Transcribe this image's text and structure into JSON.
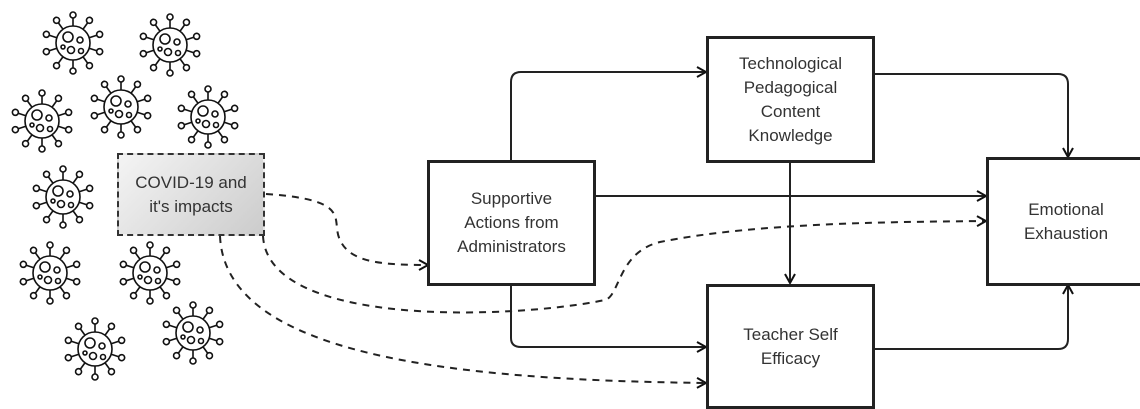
{
  "diagram": {
    "nodes": {
      "covid": "COVID-19 and\nit's impacts",
      "supportive": "Supportive\nActions from\nAdministrators",
      "tpck": "Technological\nPedagogical\nContent\nKnowledge",
      "tse": "Teacher Self\nEfficacy",
      "exhaustion": "Emotional\nExhaustion"
    },
    "edges": [
      {
        "from": "covid",
        "to": "supportive",
        "style": "dashed"
      },
      {
        "from": "covid",
        "to": "exhaustion",
        "style": "dashed"
      },
      {
        "from": "covid",
        "to": "tse",
        "style": "dashed"
      },
      {
        "from": "supportive",
        "to": "tpck",
        "style": "solid"
      },
      {
        "from": "supportive",
        "to": "exhaustion",
        "style": "solid"
      },
      {
        "from": "supportive",
        "to": "tse",
        "style": "solid"
      },
      {
        "from": "tpck",
        "to": "exhaustion",
        "style": "solid"
      },
      {
        "from": "tpck",
        "to": "tse",
        "style": "solid"
      },
      {
        "from": "tse",
        "to": "exhaustion",
        "style": "solid"
      }
    ],
    "decoration": {
      "icon": "coronavirus-icon",
      "count": 10
    },
    "colors": {
      "line": "#222222",
      "text": "#333333",
      "covid_box_fill": "#dddddd"
    }
  }
}
